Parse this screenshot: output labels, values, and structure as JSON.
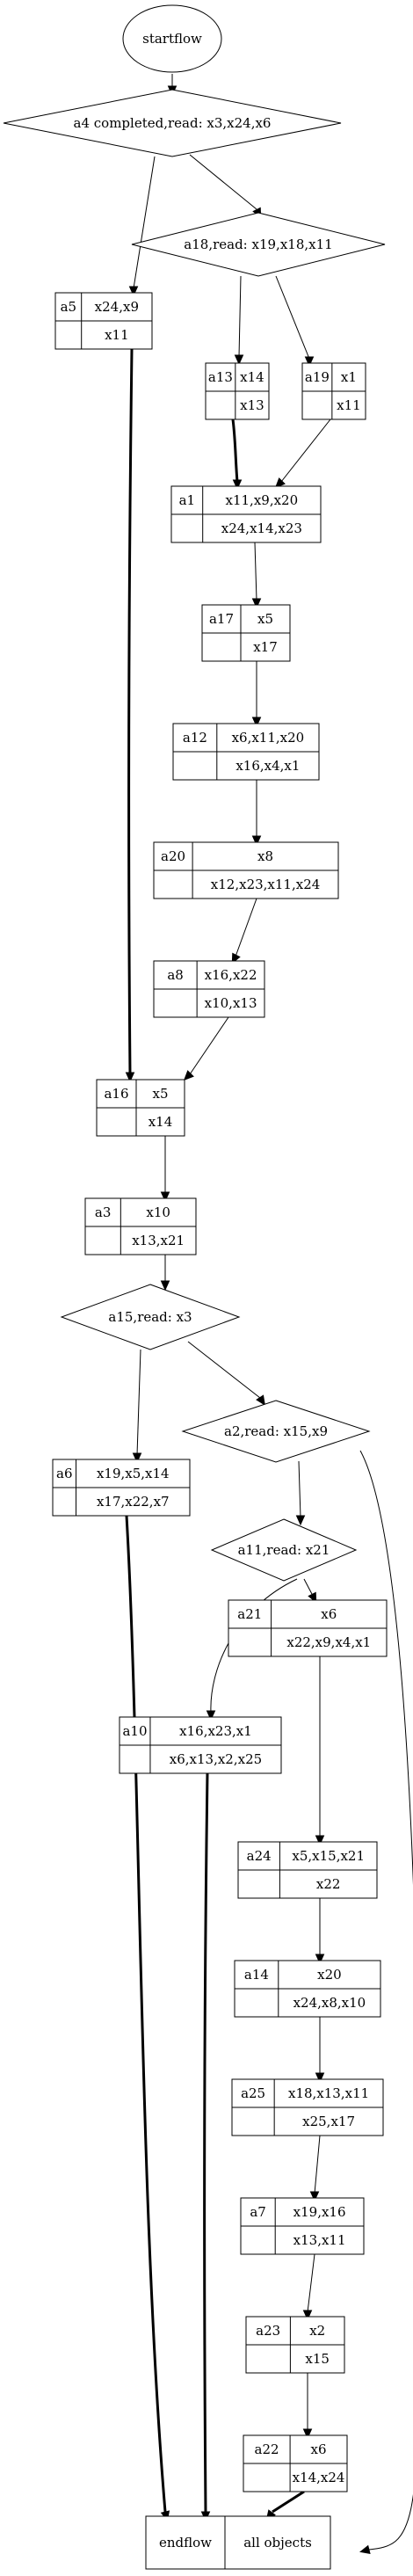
{
  "start": {
    "label": "startflow"
  },
  "decisions": [
    {
      "id": "d_a4",
      "label": "a4 completed,read: x3,x24,x6"
    },
    {
      "id": "d_a18",
      "label": "a18,read: x19,x18,x11"
    },
    {
      "id": "d_a15",
      "label": "a15,read: x3"
    },
    {
      "id": "d_a2",
      "label": "a2,read: x15,x9"
    },
    {
      "id": "d_a11",
      "label": "a11,read: x21"
    }
  ],
  "records": [
    {
      "id": "a5",
      "name": "a5",
      "read": "x24,x9",
      "write": "x11"
    },
    {
      "id": "a13",
      "name": "a13",
      "read": "x14",
      "write": "x13"
    },
    {
      "id": "a19",
      "name": "a19",
      "read": "x1",
      "write": "x11"
    },
    {
      "id": "a1",
      "name": "a1",
      "read": "x11,x9,x20",
      "write": "x24,x14,x23"
    },
    {
      "id": "a17",
      "name": "a17",
      "read": "x5",
      "write": "x17"
    },
    {
      "id": "a12",
      "name": "a12",
      "read": "x6,x11,x20",
      "write": "x16,x4,x1"
    },
    {
      "id": "a20",
      "name": "a20",
      "read": "x8",
      "write": "x12,x23,x11,x24"
    },
    {
      "id": "a8",
      "name": "a8",
      "read": "x16,x22",
      "write": "x10,x13"
    },
    {
      "id": "a16",
      "name": "a16",
      "read": "x5",
      "write": "x14"
    },
    {
      "id": "a3",
      "name": "a3",
      "read": "x10",
      "write": "x13,x21"
    },
    {
      "id": "a6",
      "name": "a6",
      "read": "x19,x5,x14",
      "write": "x17,x22,x7"
    },
    {
      "id": "a21",
      "name": "a21",
      "read": "x6",
      "write": "x22,x9,x4,x1"
    },
    {
      "id": "a10",
      "name": "a10",
      "read": "x16,x23,x1",
      "write": "x6,x13,x2,x25"
    },
    {
      "id": "a24",
      "name": "a24",
      "read": "x5,x15,x21",
      "write": "x22"
    },
    {
      "id": "a14",
      "name": "a14",
      "read": "x20",
      "write": "x24,x8,x10"
    },
    {
      "id": "a25",
      "name": "a25",
      "read": "x18,x13,x11",
      "write": "x25,x17"
    },
    {
      "id": "a7",
      "name": "a7",
      "read": "x19,x16",
      "write": "x13,x11"
    },
    {
      "id": "a23",
      "name": "a23",
      "read": "x2",
      "write": "x15"
    },
    {
      "id": "a22",
      "name": "a22",
      "read": "x6",
      "write": "x14,x24"
    }
  ],
  "end": {
    "label": "endflow",
    "objects": "all objects"
  }
}
